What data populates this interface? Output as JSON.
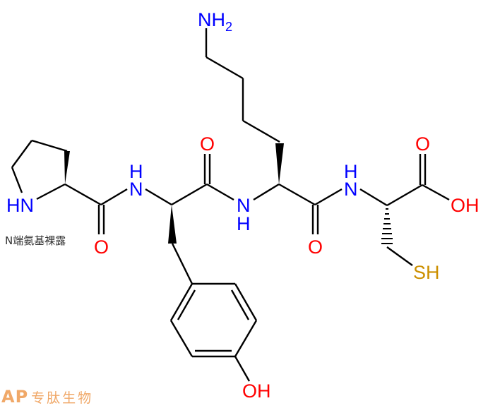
{
  "molecule": {
    "sequence": "Pro-Tyr-Lys-Cys",
    "residues": [
      "Pro",
      "Tyr",
      "Lys",
      "Cys"
    ],
    "labels": {
      "pro_nh": "HN",
      "amide1_h": "H",
      "amide1_n": "N",
      "amide1_o": "O",
      "amide2_o": "O",
      "amide2_n": "N",
      "amide2_h": "H",
      "lys_n": "NH",
      "lys_sub": "2",
      "amide3_o": "O",
      "amide3_h": "H",
      "amide3_n": "N",
      "cooh_o": "O",
      "cooh_oh": "OH",
      "tyr_oh": "OH",
      "cys_sh": "SH"
    },
    "colors": {
      "nitrogen": "#0000ff",
      "oxygen": "#ff0000",
      "sulfur": "#cc9000",
      "bond": "#000000"
    }
  },
  "annotation": "N端氨基裸露",
  "watermark": {
    "latin": "AP",
    "chinese": "专肽生物",
    "color": "#f0a868"
  }
}
